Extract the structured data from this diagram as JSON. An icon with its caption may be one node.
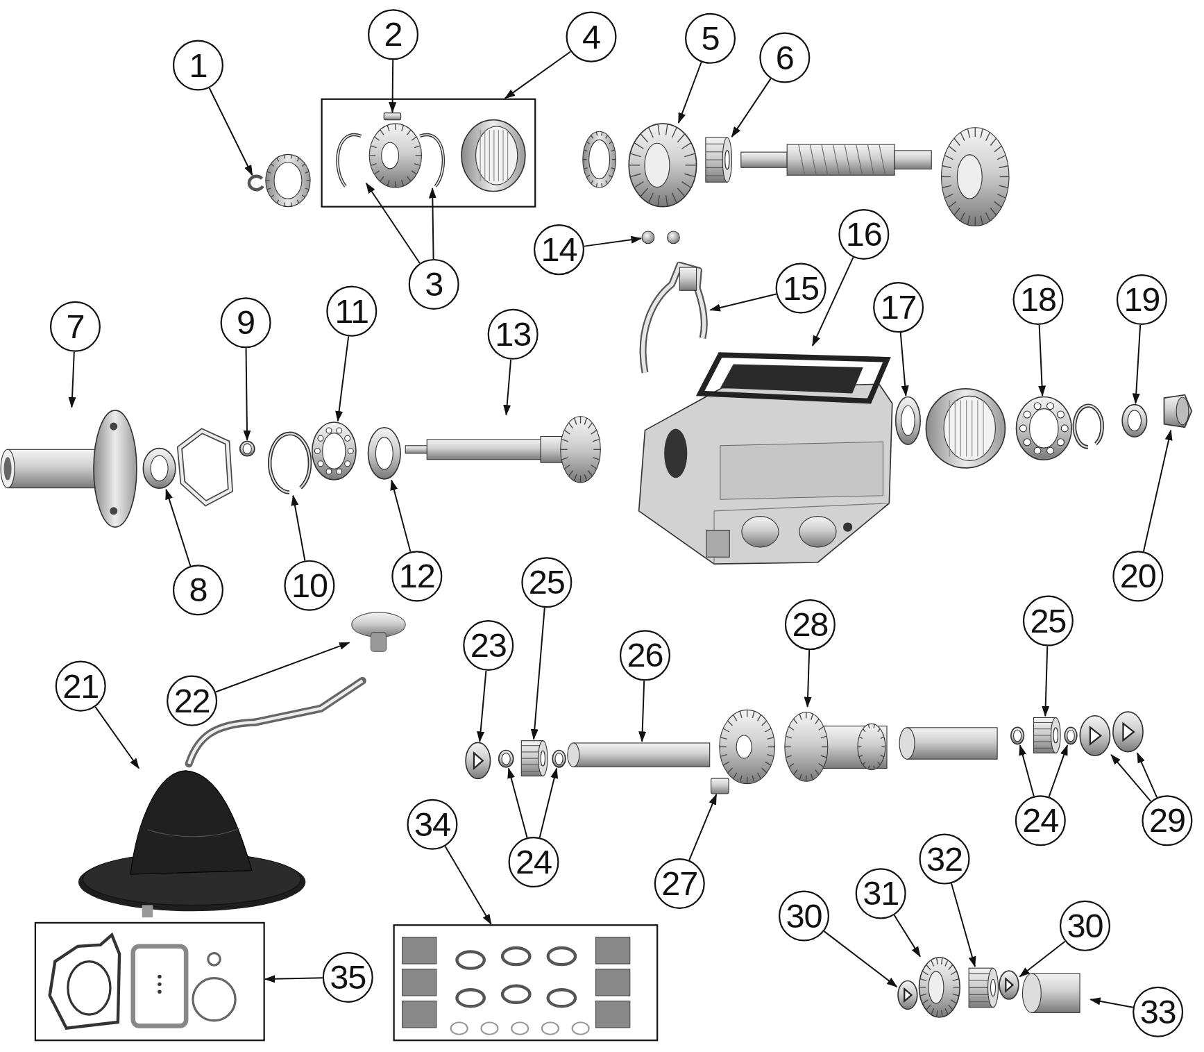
{
  "diagram": {
    "nodes": [
      {
        "text": [
          "1"
        ]
      },
      {
        "text": [
          "2"
        ]
      },
      {
        "text": [
          "3"
        ]
      },
      {
        "text": [
          "4"
        ]
      },
      {
        "text": [
          "5"
        ]
      },
      {
        "text": [
          "6"
        ]
      },
      {
        "text": [
          "7"
        ]
      },
      {
        "text": [
          "8"
        ]
      },
      {
        "text": [
          "9"
        ]
      },
      {
        "text": [
          "10"
        ]
      },
      {
        "text": [
          "11"
        ]
      },
      {
        "text": [
          "12"
        ]
      },
      {
        "text": [
          "13"
        ]
      },
      {
        "text": [
          "14"
        ]
      },
      {
        "text": [
          "15"
        ]
      },
      {
        "text": [
          "16"
        ]
      },
      {
        "text": [
          "17"
        ]
      },
      {
        "text": [
          "18"
        ]
      },
      {
        "text": [
          "19"
        ]
      },
      {
        "text": [
          "20"
        ]
      },
      {
        "text": [
          "21"
        ]
      },
      {
        "text": [
          "22"
        ]
      },
      {
        "text": [
          "23"
        ]
      },
      {
        "text": [
          "24"
        ]
      },
      {
        "text": [
          "25"
        ]
      },
      {
        "text": [
          "26"
        ]
      },
      {
        "text": [
          "27"
        ]
      },
      {
        "text": [
          "28"
        ]
      },
      {
        "text": [
          "24"
        ]
      },
      {
        "text": [
          "25"
        ]
      },
      {
        "text": [
          "29"
        ]
      },
      {
        "text": [
          "30"
        ]
      },
      {
        "text": [
          "31"
        ]
      },
      {
        "text": [
          "32"
        ]
      },
      {
        "text": [
          "30"
        ]
      },
      {
        "text": [
          "33"
        ]
      },
      {
        "text": [
          "34"
        ]
      },
      {
        "text": [
          "35"
        ]
      },
      {
        "text": [],
        "shape": "picture"
      },
      {
        "text": [],
        "shape": "box"
      },
      {
        "text": [],
        "shape": "picture",
        "in": 39
      },
      {
        "text": [],
        "shape": "picture",
        "in": 39
      },
      {
        "text": [],
        "shape": "picture",
        "in": 39
      },
      {
        "text": [],
        "shape": "picture"
      },
      {
        "text": [],
        "shape": "picture"
      },
      {
        "text": [],
        "shape": "picture"
      },
      {
        "text": [],
        "shape": "picture"
      },
      {
        "text": [],
        "shape": "picture"
      },
      {
        "text": [],
        "shape": "picture"
      },
      {
        "text": [],
        "shape": "picture"
      },
      {
        "text": [],
        "shape": "picture"
      },
      {
        "text": [],
        "shape": "picture"
      },
      {
        "text": [],
        "shape": "picture"
      },
      {
        "text": [],
        "shape": "picture"
      },
      {
        "text": [],
        "shape": "picture"
      },
      {
        "text": [],
        "shape": "picture"
      },
      {
        "text": [],
        "shape": "picture"
      },
      {
        "text": [],
        "shape": "picture"
      },
      {
        "text": [],
        "shape": "picture"
      },
      {
        "text": [],
        "shape": "picture"
      },
      {
        "text": [],
        "shape": "picture"
      },
      {
        "text": [],
        "shape": "picture"
      },
      {
        "text": [],
        "shape": "picture"
      },
      {
        "text": [],
        "shape": "picture"
      },
      {
        "text": [],
        "shape": "picture"
      },
      {
        "text": [],
        "shape": "picture"
      },
      {
        "text": [],
        "shape": "picture"
      },
      {
        "text": [],
        "shape": "picture"
      },
      {
        "text": [],
        "shape": "picture"
      },
      {
        "text": [],
        "shape": "picture"
      },
      {
        "text": [],
        "shape": "picture"
      },
      {
        "text": [],
        "shape": "picture"
      },
      {
        "text": [],
        "shape": "picture"
      },
      {
        "text": [],
        "shape": "picture"
      },
      {
        "text": [],
        "shape": "picture"
      },
      {
        "text": [],
        "shape": "picture"
      },
      {
        "text": [],
        "shape": "picture"
      },
      {
        "text": [],
        "shape": "picture"
      },
      {
        "text": [],
        "shape": "box"
      },
      {
        "text": [],
        "shape": "box"
      }
    ],
    "edges": [
      {
        "from": 0,
        "to": 38,
        "arrow": "to"
      },
      {
        "from": 1,
        "to": 40,
        "arrow": "to"
      },
      {
        "from": 2,
        "to": 41,
        "arrow": "to"
      },
      {
        "from": 2,
        "to": 42,
        "arrow": "to"
      },
      {
        "from": 3,
        "to": 39,
        "arrow": "to"
      },
      {
        "from": 4,
        "to": 43,
        "arrow": "to"
      },
      {
        "from": 5,
        "to": 44,
        "arrow": "to"
      },
      {
        "from": 6,
        "to": 52,
        "arrow": "to"
      },
      {
        "from": 7,
        "to": 53,
        "arrow": "to"
      },
      {
        "from": 8,
        "to": 54,
        "arrow": "to"
      },
      {
        "from": 9,
        "to": 55,
        "arrow": "to"
      },
      {
        "from": 10,
        "to": 56,
        "arrow": "to"
      },
      {
        "from": 11,
        "to": 57,
        "arrow": "to"
      },
      {
        "from": 12,
        "to": 58,
        "arrow": "to"
      },
      {
        "from": 13,
        "to": 45,
        "arrow": "to"
      },
      {
        "from": 14,
        "to": 46,
        "arrow": "to"
      },
      {
        "from": 15,
        "to": 47,
        "arrow": "to"
      },
      {
        "from": 16,
        "to": 48,
        "arrow": "to"
      },
      {
        "from": 17,
        "to": 49,
        "arrow": "to"
      },
      {
        "from": 18,
        "to": 50,
        "arrow": "to"
      },
      {
        "from": 19,
        "to": 51,
        "arrow": "to"
      },
      {
        "from": 20,
        "to": 60,
        "arrow": "to"
      },
      {
        "from": 21,
        "to": 59,
        "arrow": "to"
      },
      {
        "from": 22,
        "to": 61,
        "arrow": "to"
      },
      {
        "from": 23,
        "to": 62,
        "arrow": "to"
      },
      {
        "from": 23,
        "to": 64,
        "arrow": "to"
      },
      {
        "from": 24,
        "to": 63,
        "arrow": "to"
      },
      {
        "from": 25,
        "to": 65,
        "arrow": "to"
      },
      {
        "from": 26,
        "to": 66,
        "arrow": "to"
      },
      {
        "from": 27,
        "to": 67,
        "arrow": "to"
      },
      {
        "from": 28,
        "to": 68,
        "arrow": "to"
      },
      {
        "from": 28,
        "to": 70,
        "arrow": "to"
      },
      {
        "from": 29,
        "to": 69,
        "arrow": "to"
      },
      {
        "from": 30,
        "to": 71,
        "arrow": "to"
      },
      {
        "from": 30,
        "to": 72,
        "arrow": "to"
      },
      {
        "from": 31,
        "to": 73,
        "arrow": "to"
      },
      {
        "from": 32,
        "to": 74,
        "arrow": "to"
      },
      {
        "from": 33,
        "to": 75,
        "arrow": "to"
      },
      {
        "from": 34,
        "to": 76,
        "arrow": "to"
      },
      {
        "from": 35,
        "to": 77,
        "arrow": "to"
      },
      {
        "from": 36,
        "to": 79,
        "arrow": "to"
      },
      {
        "from": 37,
        "to": 78,
        "arrow": "to"
      }
    ]
  }
}
